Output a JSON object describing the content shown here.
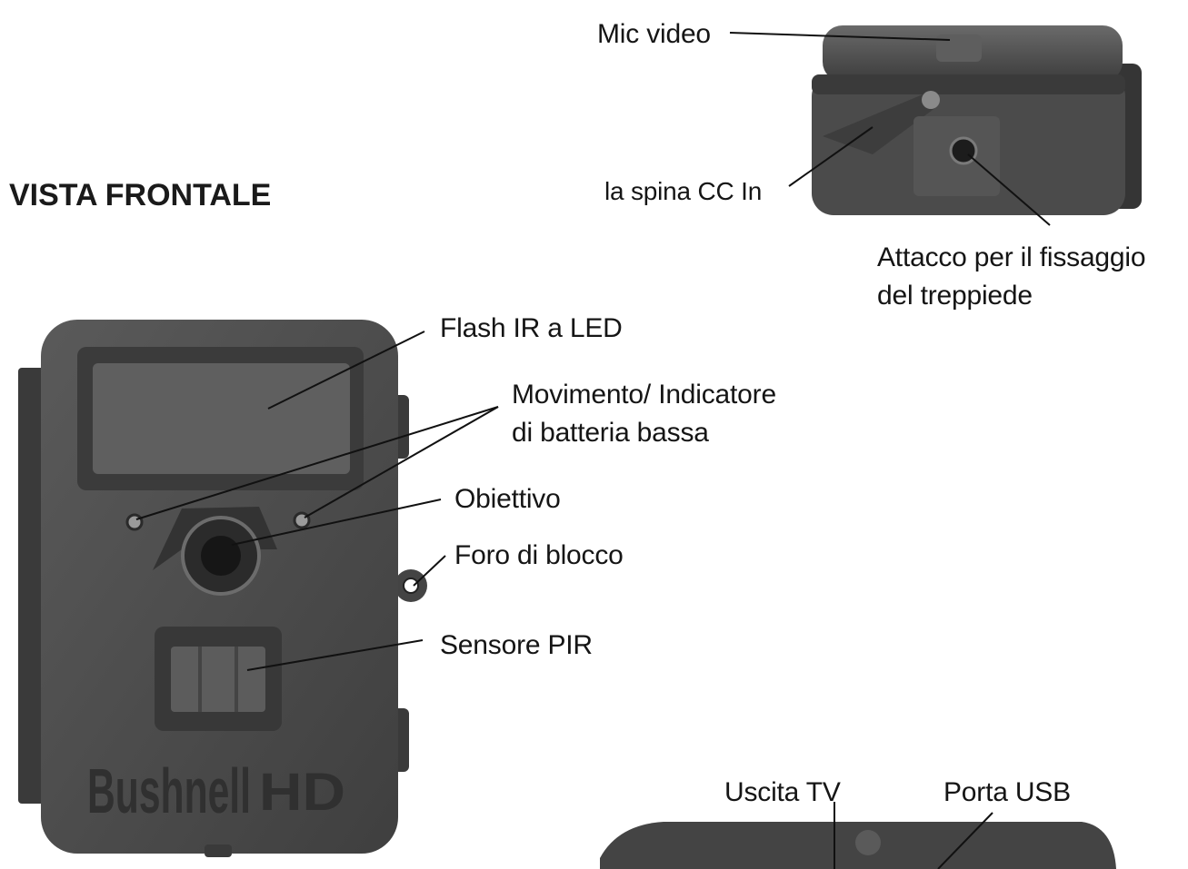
{
  "heading": "VISTA FRONTALE",
  "callouts": {
    "mic_video": "Mic video",
    "dc_in": "la spina CC In",
    "tripod_line1": "Attacco per il fissaggio",
    "tripod_line2": "del treppiede",
    "ir_flash": "Flash IR a LED",
    "motion_line1": "Movimento/ Indicatore",
    "motion_line2": "di batteria bassa",
    "lens": "Obiettivo",
    "lock_hole": "Foro di blocco",
    "pir_sensor": "Sensore PIR",
    "tv_out": "Uscita TV",
    "usb_port": "Porta USB"
  },
  "device_branding": {
    "logo": "Bushnell",
    "badge": "HD"
  },
  "colors": {
    "body": "#4a4a4a",
    "body_dark": "#2e2e2e",
    "window": "#5d5d5d",
    "line": "#111111"
  }
}
